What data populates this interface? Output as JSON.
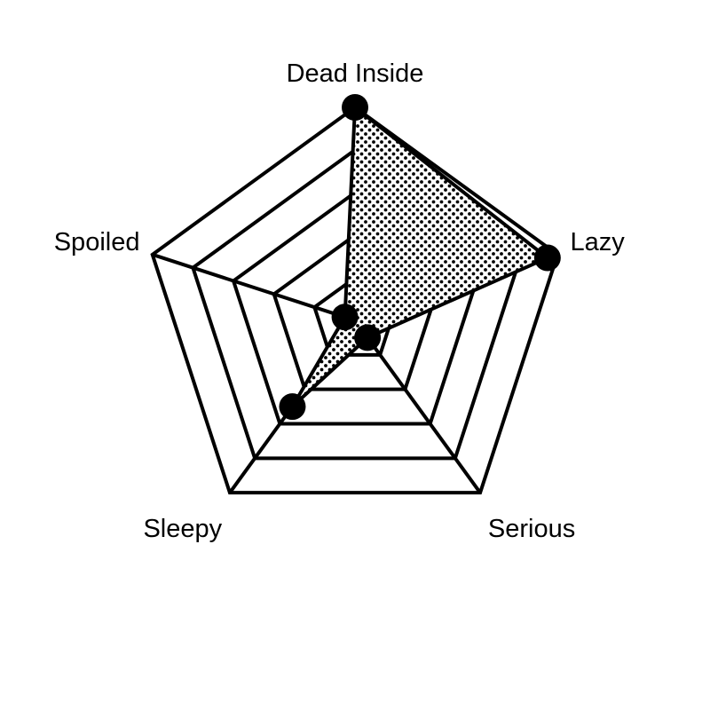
{
  "chart_data": {
    "type": "radar",
    "axes": [
      "Dead Inside",
      "Lazy",
      "Serious",
      "Sleepy",
      "Spoiled"
    ],
    "values": [
      1.0,
      0.95,
      0.1,
      0.5,
      0.05
    ],
    "range": [
      0,
      1
    ],
    "grid_levels": 5,
    "grid": true,
    "fill_pattern": "dotted",
    "marker": "filled-circle",
    "colors": {
      "line": "#000000",
      "fill": "#ffffff",
      "dots": "#000000"
    }
  }
}
